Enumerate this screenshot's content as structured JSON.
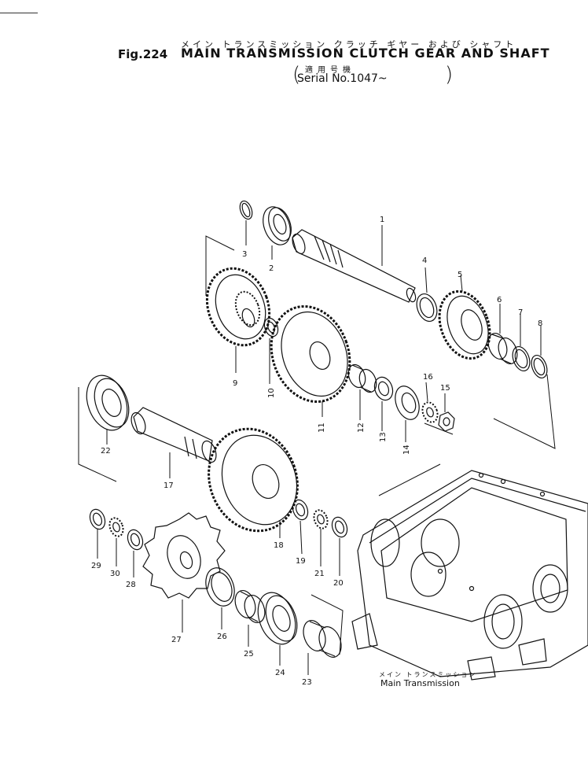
{
  "header": {
    "figure_no": "Fig.224",
    "title_jp": "メイン トランスミッション クラッチ ギヤー および シャフト",
    "title_en": "MAIN TRANSMISSION CLUTCH GEAR AND SHAFT",
    "serial_jp": "適用号機",
    "serial": "Serial No.1047~"
  },
  "callouts": {
    "c1": "1",
    "c2": "2",
    "c3": "3",
    "c4": "4",
    "c5": "5",
    "c6": "6",
    "c7": "7",
    "c8": "8",
    "c9": "9",
    "c10": "10",
    "c11": "11",
    "c12": "12",
    "c13": "13",
    "c14": "14",
    "c15": "15",
    "c16": "16",
    "c17": "17",
    "c18": "18",
    "c19": "19",
    "c20": "20",
    "c21": "21",
    "c22": "22",
    "c23": "23",
    "c24": "24",
    "c25": "25",
    "c26": "26",
    "c27": "27",
    "c28": "28",
    "c29": "29",
    "c30": "30"
  },
  "caption": {
    "jp": "メイン トランスミッション",
    "en": "Main Transmission"
  }
}
